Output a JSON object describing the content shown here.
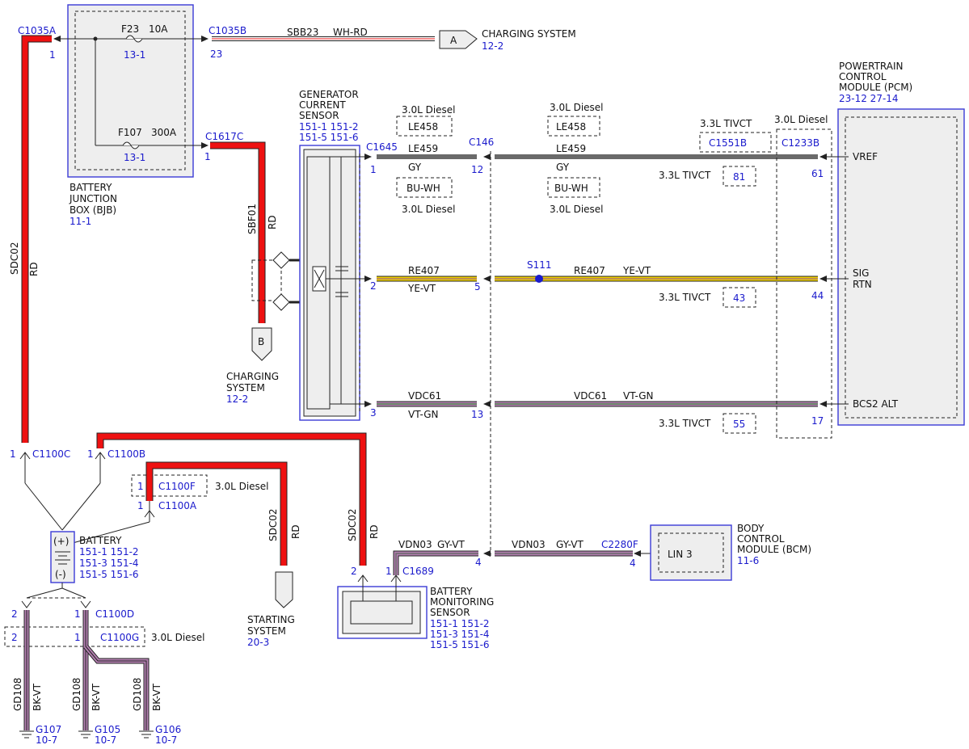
{
  "colors": {
    "red_wire": "#ee1111",
    "gray_wire": "#6a6a6a",
    "yellow_wire": "#f0d000",
    "violet_wire": "#b37fb0",
    "box_blue": "#3b3bd6",
    "ref_blue": "#1a1acc"
  },
  "bjb": {
    "name_l1": "BATTERY",
    "name_l2": "JUNCTION",
    "name_l3": "BOX (BJB)",
    "ref": "11-1",
    "conn_left": "C1035A",
    "pin_left": "1",
    "conn_right": "C1035B",
    "pin_right": "23",
    "fuse1": "F23",
    "fuse1_rating": "10A",
    "fuse1_ref": "13-1",
    "fuse2": "F107",
    "fuse2_rating": "300A",
    "fuse2_ref": "13-1",
    "conn_c1617c": "C1617C",
    "pin_c1617c": "1"
  },
  "charging_a": {
    "circuit": "SBB23",
    "color": "WH-RD",
    "tag": "A",
    "label": "CHARGING SYSTEM",
    "ref": "12-2"
  },
  "charging_b": {
    "circuit": "SBF01",
    "color": "RD",
    "tag": "B",
    "label_l1": "CHARGING",
    "label_l2": "SYSTEM",
    "ref": "12-2"
  },
  "gcs": {
    "title_l1": "GENERATOR",
    "title_l2": "CURRENT",
    "title_l3": "SENSOR",
    "ref_l1": "151-1 151-2",
    "ref_l2": "151-5 151-6",
    "conn": "C1645",
    "pin1": "1",
    "pin2": "2",
    "pin3": "3"
  },
  "c146": {
    "conn": "C146",
    "pin12": "12",
    "pin5": "5",
    "pin13": "13"
  },
  "diesel": "3.0L Diesel",
  "tivct": "3.3L TIVCT",
  "wires": {
    "vref": {
      "left_circuit": "LE459",
      "left_color": "GY",
      "alt_left_circuit": "LE458",
      "alt_left_color": "BU-WH",
      "right_circuit": "LE459",
      "right_color": "GY",
      "alt_right_circuit": "LE458",
      "alt_right_color": "BU-WH",
      "tivct_pin": "81"
    },
    "sig": {
      "left_circuit": "RE407",
      "left_color": "YE-VT",
      "splice": "S111",
      "right_circuit": "RE407",
      "right_color": "YE-VT",
      "tivct_pin": "43"
    },
    "bcs": {
      "left_circuit": "VDC61",
      "left_color": "VT-GN",
      "right_circuit": "VDC61",
      "right_color": "VT-GN",
      "tivct_pin": "55"
    }
  },
  "pcm": {
    "title_l1": "POWERTRAIN",
    "title_l2": "CONTROL",
    "title_l3": "MODULE (PCM)",
    "ref": "23-12 27-14",
    "conn_tivct": "C1551B",
    "conn_diesel": "C1233B",
    "pin_vref": "61",
    "pin_sig": "44",
    "pin_bcs": "17",
    "lbl_vref": "VREF",
    "lbl_sig_l1": "SIG",
    "lbl_sig_l2": "RTN",
    "lbl_bcs": "BCS2 ALT"
  },
  "battery": {
    "label": "BATTERY",
    "plus": "(+)",
    "minus": "(-)",
    "ref_l1": "151-1 151-2",
    "ref_l2": "151-3 151-4",
    "ref_l3": "151-5 151-6",
    "c1100c": "C1100C",
    "c1100b": "C1100B",
    "c1100f": "C1100F",
    "c1100a": "C1100A",
    "c1100d": "C1100D",
    "c1100g": "C1100G",
    "pin1": "1",
    "pin2": "2"
  },
  "sdc02": {
    "circuit": "SDC02",
    "color": "RD"
  },
  "starting": {
    "label_l1": "STARTING",
    "label_l2": "SYSTEM",
    "ref": "20-3"
  },
  "grounds": [
    {
      "circuit": "GD108",
      "color": "BK-VT",
      "name": "G107",
      "ref": "10-7"
    },
    {
      "circuit": "GD108",
      "color": "BK-VT",
      "name": "G105",
      "ref": "10-7"
    },
    {
      "circuit": "GD108",
      "color": "BK-VT",
      "name": "G106",
      "ref": "10-7"
    }
  ],
  "bms": {
    "title_l1": "BATTERY",
    "title_l2": "MONITORING",
    "title_l3": "SENSOR",
    "ref_l1": "151-1 151-2",
    "ref_l2": "151-3 151-4",
    "ref_l3": "151-5 151-6",
    "conn": "C1689",
    "pin1": "1",
    "pin2": "2"
  },
  "lin": {
    "left_circuit": "VDN03",
    "left_color": "GY-VT",
    "right_circuit": "VDN03",
    "right_color": "GY-VT",
    "c146_pin": "4",
    "conn": "C2280F",
    "pin": "4"
  },
  "bcm": {
    "inner": "LIN 3",
    "title_l1": "BODY",
    "title_l2": "CONTROL",
    "title_l3": "MODULE (BCM)",
    "ref": "11-6"
  }
}
